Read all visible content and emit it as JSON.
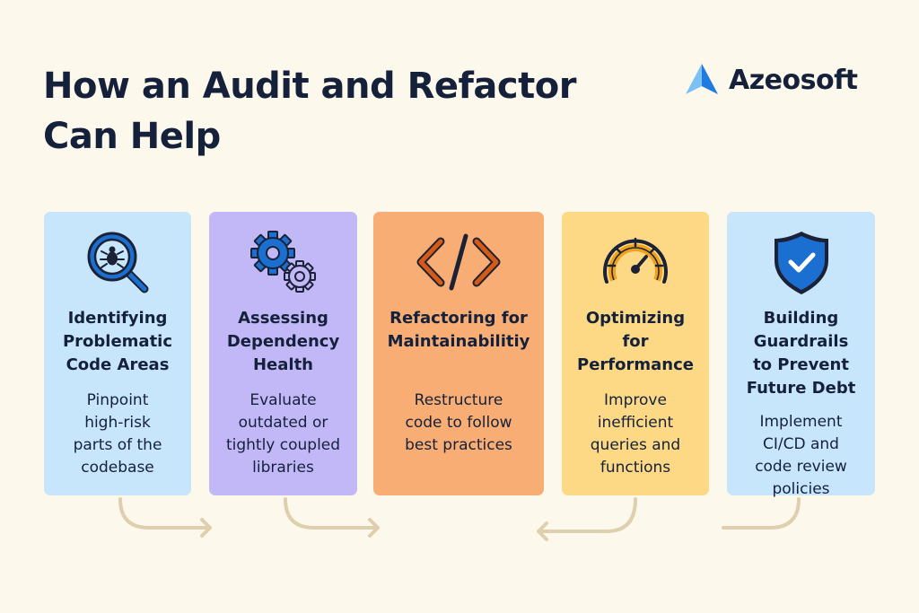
{
  "header": {
    "title_line1": "How an Audit and Refactor",
    "title_line2": "Can Help",
    "brand_name": "Azeosoft"
  },
  "steps": [
    {
      "icon": "magnifier-bug-icon",
      "title_lines": [
        "Identifying",
        "Problematic",
        "Code Areas"
      ],
      "desc_lines": [
        "Pinpoint",
        "high-risk",
        "parts of the",
        "codebase"
      ],
      "color": "#c7e6fb"
    },
    {
      "icon": "gears-icon",
      "title_lines": [
        "Assessing",
        "Dependency",
        "Health"
      ],
      "desc_lines": [
        "Evaluate",
        "outdated or",
        "tightly coupled",
        "libraries"
      ],
      "color": "#c3b8f7"
    },
    {
      "icon": "code-brackets-icon",
      "title_lines": [
        "Refactoring for",
        "Maintainabilitiy"
      ],
      "desc_lines": [
        "Restructure",
        "code to follow",
        "best practices"
      ],
      "color": "#f7ad73"
    },
    {
      "icon": "speedometer-icon",
      "title_lines": [
        "Optimizing",
        "for",
        "Performance"
      ],
      "desc_lines": [
        "Improve",
        "inefficient",
        "queries and",
        "functions"
      ],
      "color": "#fdd985"
    },
    {
      "icon": "shield-check-icon",
      "title_lines": [
        "Building",
        "Guardrails",
        "to Prevent",
        "Future Debt"
      ],
      "desc_lines": [
        "Implement",
        "CI/CD and",
        "code review",
        "policies"
      ],
      "color": "#c7e6fb"
    }
  ],
  "colors": {
    "background": "#fdf8ec",
    "text": "#15213b",
    "icon_blue": "#1a6fd1",
    "icon_orange": "#d65a15",
    "icon_dark": "#1b2236",
    "connector": "#dfcfae"
  }
}
